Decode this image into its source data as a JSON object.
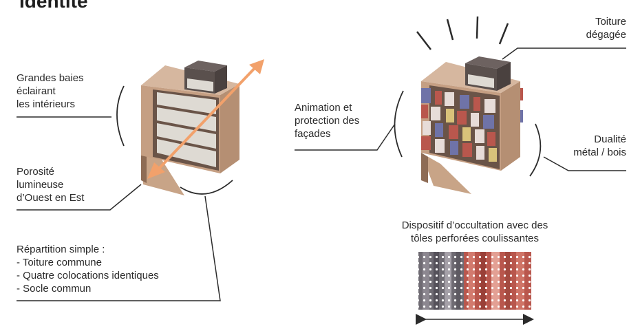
{
  "page": {
    "title": "Identité"
  },
  "left_panel": {
    "baies": [
      "Grandes baies",
      "éclairant",
      "les intérieurs"
    ],
    "porosite": [
      "Porosité",
      "lumineuse",
      "d’Ouest en Est"
    ],
    "repartition": [
      "Répartition simple :",
      "- Toiture commune",
      "- Quatre colocations identiques",
      "- Socle commun"
    ]
  },
  "right_panel": {
    "toiture": [
      "Toiture",
      "dégagée"
    ],
    "animation": [
      "Animation et",
      "protection des",
      "façades"
    ],
    "dualite": [
      "Dualité",
      "métal / bois"
    ],
    "dispositif": [
      "Dispositif d’occultation avec des",
      "tôles perforées coulissantes"
    ]
  },
  "colors": {
    "wood": "#c9a58a",
    "wood_dark": "#a98266",
    "roof": "#5f5452",
    "glass": "#dcd8d2",
    "arrow": "#f2a16b",
    "metal_red": "#b9574d",
    "metal_blue": "#6f73a8",
    "line": "#2b2b2b"
  }
}
